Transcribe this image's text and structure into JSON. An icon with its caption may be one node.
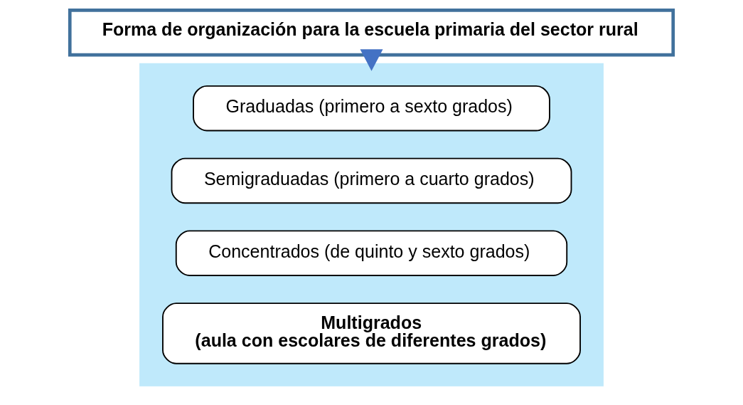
{
  "diagram": {
    "nodes": [
      {
        "text": [
          "Forma de organización para la escuela primaria del sector rural"
        ]
      },
      {
        "text": [],
        "shape": "box"
      },
      {
        "text": [
          "Graduadas (primero a sexto grados)"
        ],
        "in": 1
      },
      {
        "text": [
          "Semigraduadas (primero a cuarto grados)"
        ],
        "in": 1
      },
      {
        "text": [
          "Concentrados (de quinto y sexto grados)"
        ],
        "in": 1
      },
      {
        "text": [
          "Multigrados",
          "(aula con escolares de diferentes grados)"
        ],
        "in": 1
      }
    ],
    "edges": [
      {
        "from": 0,
        "to": 1,
        "arrow": "to"
      }
    ]
  }
}
